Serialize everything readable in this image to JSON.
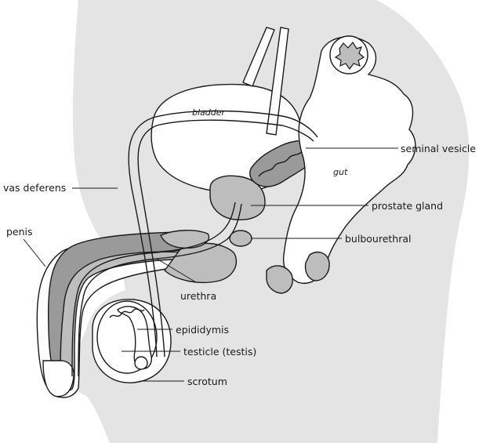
{
  "labels": {
    "bladder": "bladder",
    "gut": "gut",
    "seminal_vesicle": "seminal vesicle",
    "vas_deferens": "vas deferens",
    "prostate_gland": "prostate gland",
    "penis": "penis",
    "bulbourethral": "bulbourethral",
    "urethra": "urethra",
    "epididymis": "epididymis",
    "testicle": "testicle (testis)",
    "scrotum": "scrotum"
  },
  "colors": {
    "body_fill": "#e4e4e4",
    "organ_outline": "#1a1a1a",
    "gray_tissue": "#bdbdbd",
    "dark_tissue": "#9a9a9a"
  }
}
